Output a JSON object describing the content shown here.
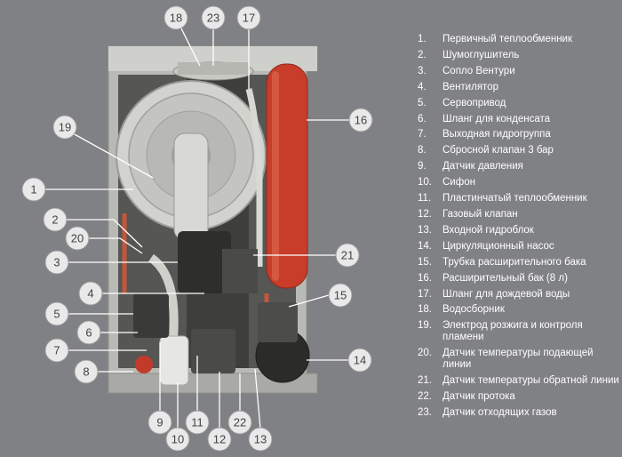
{
  "callouts": [
    "1",
    "2",
    "3",
    "4",
    "5",
    "6",
    "7",
    "8",
    "9",
    "10",
    "11",
    "12",
    "13",
    "14",
    "15",
    "16",
    "17",
    "18",
    "19",
    "20",
    "21",
    "22",
    "23"
  ],
  "legend": [
    {
      "num": "1.",
      "text": "Первичный теплообменник"
    },
    {
      "num": "2.",
      "text": "Шумоглушитель"
    },
    {
      "num": "3.",
      "text": "Сопло Вентури"
    },
    {
      "num": "4.",
      "text": "Вентилятор"
    },
    {
      "num": "5.",
      "text": "Сервопривод"
    },
    {
      "num": "6.",
      "text": "Шланг для конденсата"
    },
    {
      "num": "7.",
      "text": "Выходная гидрогруппа"
    },
    {
      "num": "8.",
      "text": "Сбросной клапан 3 бар"
    },
    {
      "num": "9.",
      "text": "Датчик давления"
    },
    {
      "num": "10.",
      "text": "Сифон"
    },
    {
      "num": "11.",
      "text": "Пластинчатый теплообменник"
    },
    {
      "num": "12.",
      "text": "Газовый клапан"
    },
    {
      "num": "13.",
      "text": "Входной гидроблок"
    },
    {
      "num": "14.",
      "text": "Циркуляционный насос"
    },
    {
      "num": "15.",
      "text": "Трубка расширительного бака"
    },
    {
      "num": "16.",
      "text": "Расширительный бак (8 л)"
    },
    {
      "num": "17.",
      "text": "Шланг для дождевой воды"
    },
    {
      "num": "18.",
      "text": "Водосборник"
    },
    {
      "num": "19.",
      "text": "Электрод розжига и контроля пламени"
    },
    {
      "num": "20.",
      "text": "Датчик температуры подающей линии"
    },
    {
      "num": "21.",
      "text": "Датчик температуры обратной линии"
    },
    {
      "num": "22.",
      "text": "Датчик протока"
    },
    {
      "num": "23.",
      "text": "Датчик отходящих газов"
    }
  ]
}
